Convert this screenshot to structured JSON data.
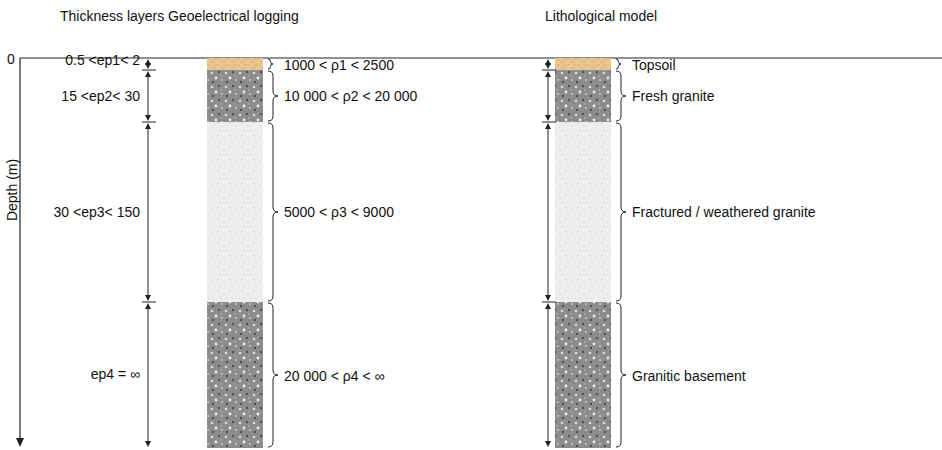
{
  "diagram": {
    "labels": [
      "Thickness layers",
      "Geoelectrical logging",
      "Lithological model",
      "0",
      "Depth (m)",
      "0.5 <ep1< 2",
      "15 <ep2< 30",
      "30 <ep3< 150",
      "ep4 = ∞",
      "1000 < ρ1 < 2500",
      "10 000 < ρ2 < 20 000",
      "5000 < ρ3 < 9000",
      "20 000 < ρ4 < ∞",
      "Topsoil",
      "Fresh granite",
      "Fractured / weathered granite",
      "Granitic basement"
    ]
  }
}
